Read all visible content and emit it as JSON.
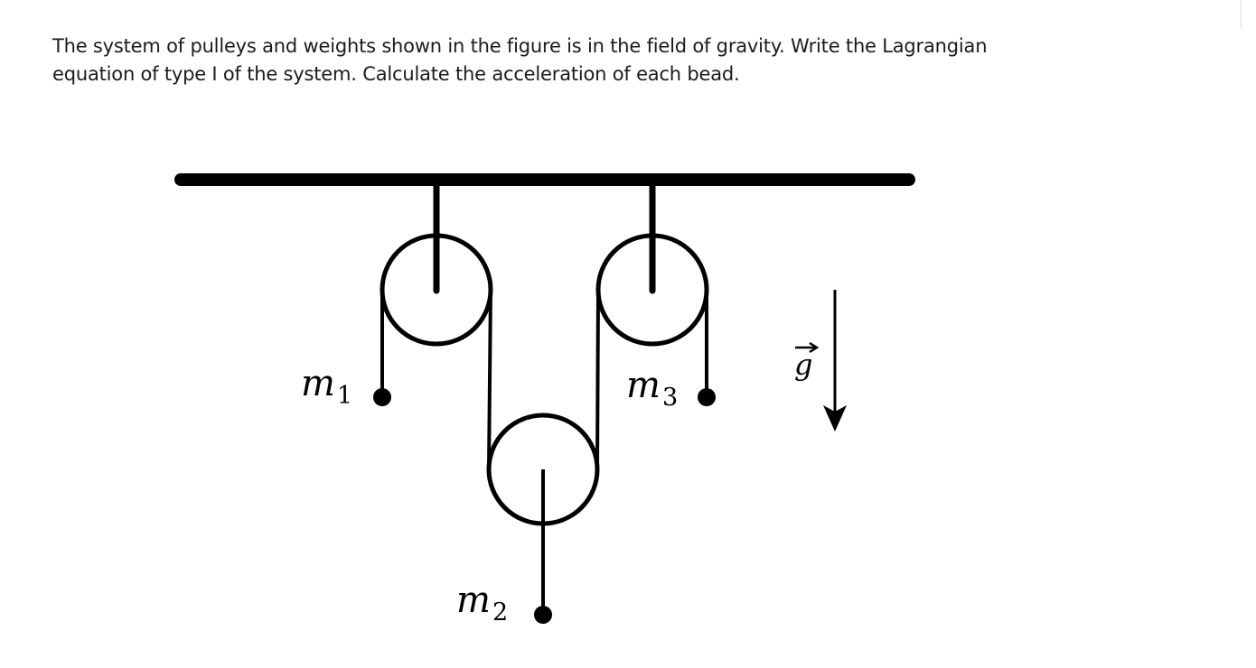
{
  "question": {
    "text": "The system of pulleys and weights shown in the figure is in the field of gravity. Write the Lagrangian equation of type I of the system. Calculate the acceleration of each bead."
  },
  "figure": {
    "masses": [
      {
        "base": "m",
        "sub": "1"
      },
      {
        "base": "m",
        "sub": "2"
      },
      {
        "base": "m",
        "sub": "3"
      }
    ],
    "gravity": {
      "symbol": "g"
    }
  },
  "colors": {
    "ink": "#000000",
    "text": "#1b1b1b"
  }
}
